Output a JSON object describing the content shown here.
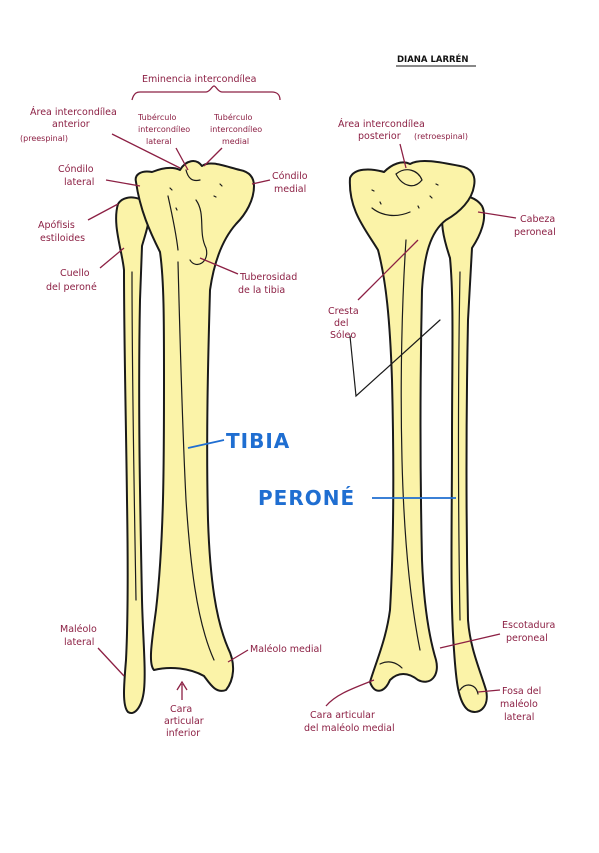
{
  "author": "DIANA LARRÉN",
  "anterior_view": {
    "eminencia": "Eminencia intercondílea",
    "area_anterior": [
      "Área intercondílea",
      "anterior",
      "(preespinal)"
    ],
    "tuberculo_lateral": [
      "Tubérculo",
      "intercondíleo",
      "lateral"
    ],
    "tuberculo_medial": [
      "Tubérculo",
      "intercondíleo",
      "medial"
    ],
    "condilo_lateral": [
      "Cóndilo",
      "lateral"
    ],
    "condilo_medial": [
      "Cóndilo",
      "medial"
    ],
    "apofisis": [
      "Apófisis",
      "estiloides"
    ],
    "cuello": [
      "Cuello",
      "del peroné"
    ],
    "tuberosidad": [
      "Tuberosidad",
      "de la tibia"
    ],
    "tibia": "TIBIA",
    "maleolo_lateral": [
      "Maléolo",
      "lateral"
    ],
    "maleolo_medial": "Maléolo medial",
    "cara_inferior": [
      "Cara",
      "articular",
      "inferior"
    ]
  },
  "posterior_view": {
    "area_posterior": [
      "Área intercondílea",
      "posterior",
      "(retroespinal)"
    ],
    "cabeza": [
      "Cabeza",
      "peroneal"
    ],
    "cresta": [
      "Cresta",
      "del",
      "Sóleo"
    ],
    "perone": "PERONÉ",
    "escotadura": [
      "Escotadura",
      "peroneal"
    ],
    "cara_maleolo": [
      "Cara articular",
      "del maléolo medial"
    ],
    "fosa": [
      "Fosa del",
      "maléolo",
      "lateral"
    ]
  },
  "colors": {
    "bone_fill": "#fbf3a8",
    "label_color": "#8c2044",
    "title_color": "#1f6ed1"
  }
}
